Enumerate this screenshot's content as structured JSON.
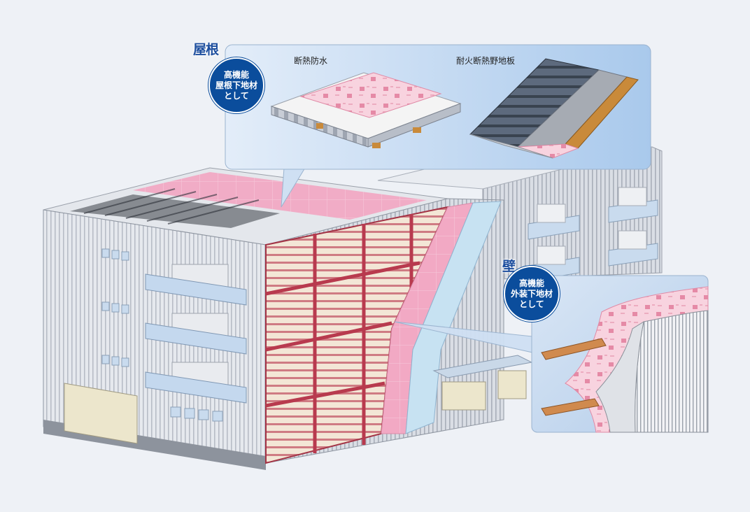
{
  "roof": {
    "tag": "屋根",
    "badge_lines": [
      "高機能",
      "屋根下地材",
      "として"
    ],
    "label_left": "断熱防水",
    "label_right": "耐火断熱野地板"
  },
  "wall": {
    "tag": "壁",
    "badge_lines": [
      "高機能",
      "外装下地材",
      "として"
    ]
  },
  "colors": {
    "background": "#eef1f6",
    "badge_blue": "#0b4d9c",
    "insulation_pink": "#f2a9c4",
    "frame_red": "#b83a4e",
    "callout_blue": "#b9d3ee"
  }
}
